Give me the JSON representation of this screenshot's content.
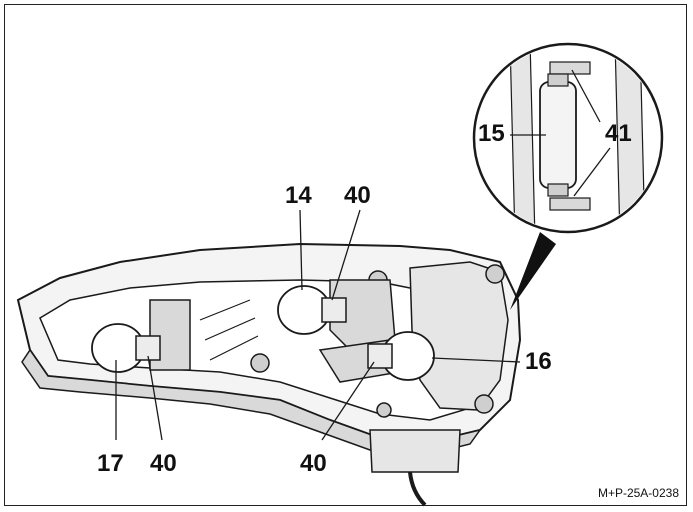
{
  "callouts": {
    "c14": "14",
    "c40_top": "40",
    "c15": "15",
    "c41": "41",
    "c16": "16",
    "c17": "17",
    "c40_left": "40",
    "c40_bottom": "40"
  },
  "figure_code": "M+P-25A-0238",
  "colors": {
    "line": "#1a1a1a",
    "shade": "#d9d9d9",
    "light": "#f2f2f2"
  }
}
